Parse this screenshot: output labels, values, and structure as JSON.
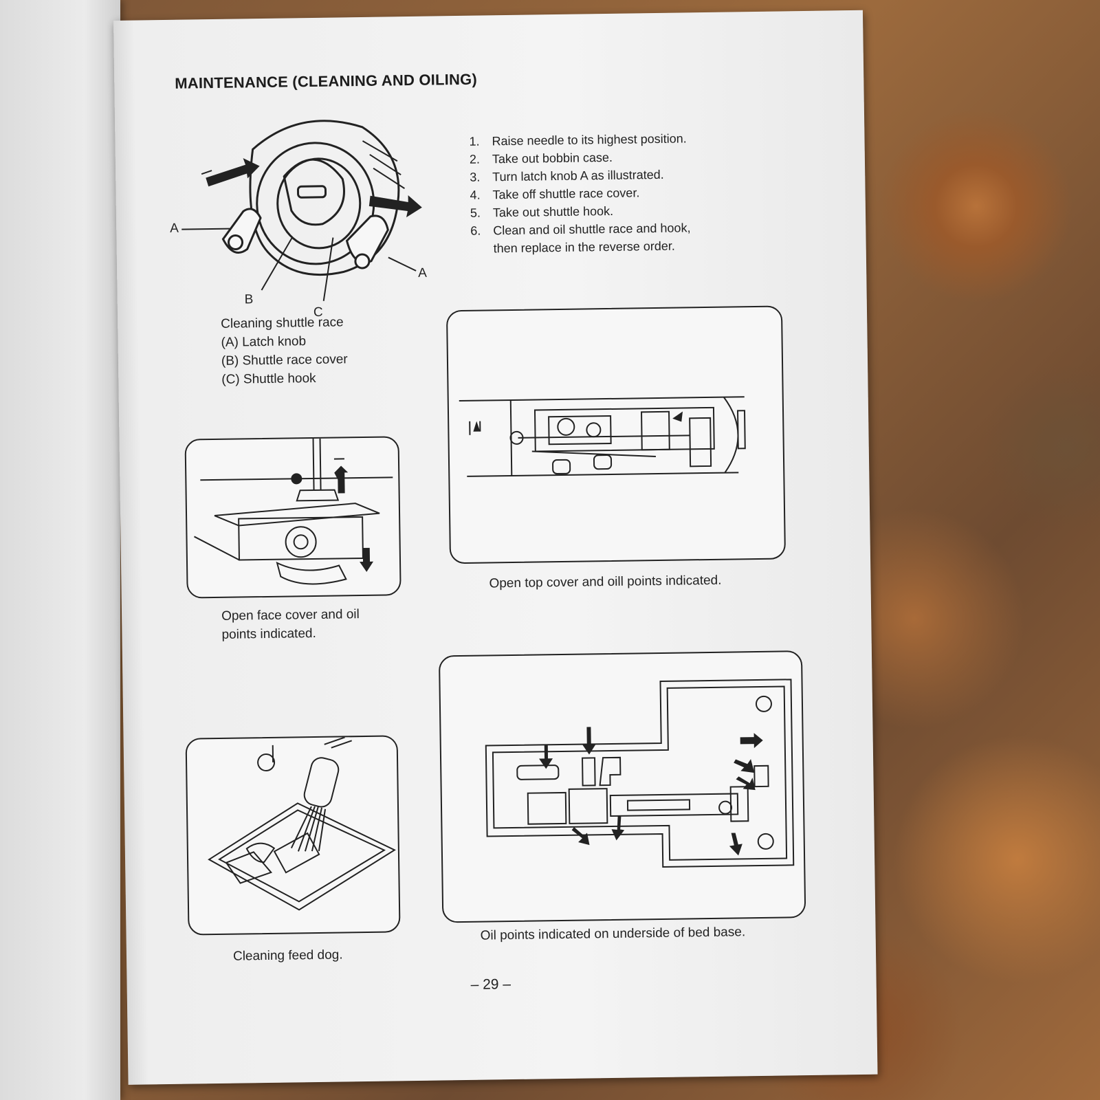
{
  "title": "MAINTENANCE (CLEANING AND OILING)",
  "steps": [
    {
      "num": "1.",
      "text": "Raise needle to its highest position."
    },
    {
      "num": "2.",
      "text": "Take out bobbin case."
    },
    {
      "num": "3.",
      "text": "Turn latch knob A as illustrated."
    },
    {
      "num": "4.",
      "text": "Take off shuttle race cover."
    },
    {
      "num": "5.",
      "text": "Take out shuttle hook."
    },
    {
      "num": "6.",
      "text": "Clean and oil shuttle race and hook,"
    },
    {
      "num": "",
      "text": "then replace in the reverse order."
    }
  ],
  "shuttle_figure": {
    "label_a_left": "A",
    "label_a_right": "A",
    "label_b": "B",
    "label_c": "C"
  },
  "shuttle_caption": {
    "line1": "Cleaning shuttle race",
    "line2": "(A) Latch knob",
    "line3": "(B) Shuttle race cover",
    "line4": "(C) Shuttle hook"
  },
  "face_cover_caption": {
    "line1": "Open face cover and oil",
    "line2": "points indicated."
  },
  "top_cover_caption": "Open top cover and oill points indicated.",
  "feed_dog_caption": "Cleaning feed dog.",
  "bed_base_caption": "Oil points indicated on underside of bed base.",
  "page_number": "– 29 –"
}
